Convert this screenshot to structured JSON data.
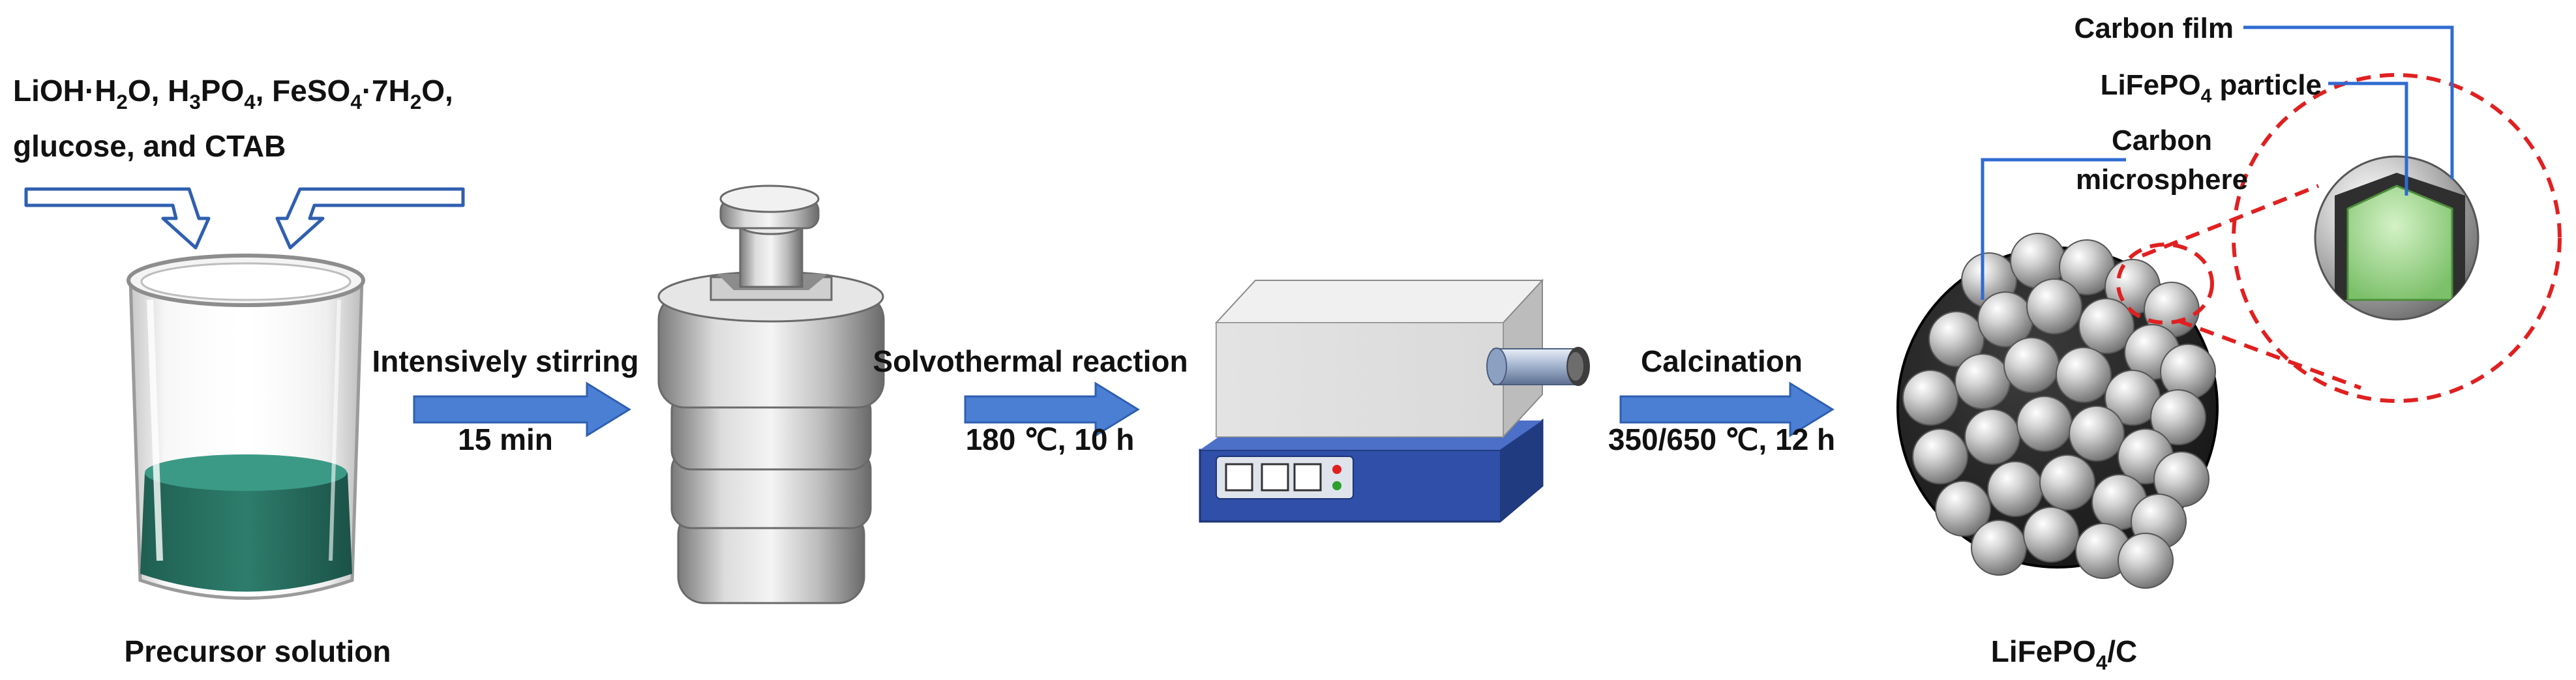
{
  "reagents": {
    "line1_parts": [
      "LiOH·H",
      "2",
      "O, H",
      "3",
      "PO",
      "4",
      ", FeSO",
      "4",
      "·7H",
      "2",
      "O,"
    ],
    "line2": "glucose, and CTAB"
  },
  "beaker": {
    "label": "Precursor solution",
    "liquid_color": "#2e7d6c"
  },
  "step1": {
    "label": "Intensively stirring",
    "condition": "15 min"
  },
  "step2": {
    "label": "Solvothermal reaction",
    "condition": "180 ℃, 10 h"
  },
  "step3": {
    "label": "Calcination",
    "condition": "350/650 ℃, 12 h"
  },
  "product": {
    "label_main": "LiFePO",
    "label_sub": "4",
    "label_tail": "/C"
  },
  "callouts": {
    "carbon_film": "Carbon film",
    "particle_main": "LiFePO",
    "particle_sub": "4",
    "particle_tail": " particle",
    "microsphere_line1": "Carbon",
    "microsphere_line2": "microsphere"
  },
  "colors": {
    "arrow_blue": "#4a7fd4",
    "leader_blue": "#2f6bd1",
    "dashed_red": "#e02020",
    "furnace_base": "#2f4fa8",
    "particle_core": "#9ed88a"
  }
}
